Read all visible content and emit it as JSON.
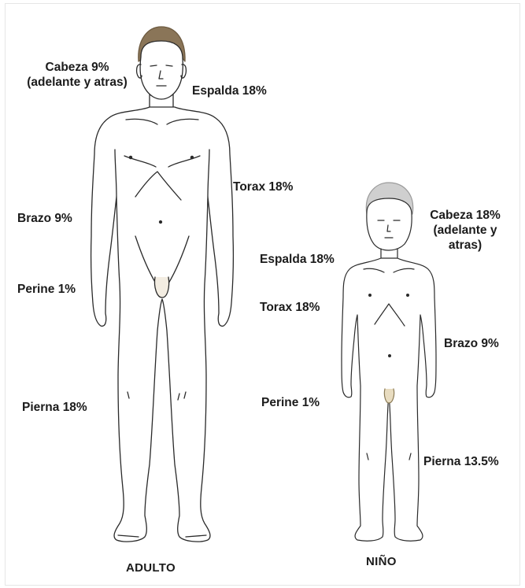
{
  "adult": {
    "caption": "ADULTO",
    "labels": {
      "head_line1": "Cabeza 9%",
      "head_line2": "(adelante y atras)",
      "back": "Espalda 18%",
      "chest": "Torax 18%",
      "arm": "Brazo 9%",
      "perineum": "Perine 1%",
      "leg": "Pierna 18%"
    }
  },
  "child": {
    "caption": "NIÑO",
    "labels": {
      "head_line1": "Cabeza 18%",
      "head_line2": "(adelante y",
      "head_line3": "atras)",
      "back": "Espalda 18%",
      "chest": "Torax 18%",
      "arm": "Brazo 9%",
      "perineum": "Perine 1%",
      "leg": "Pierna 13.5%"
    }
  },
  "colors": {
    "outline": "#2a2a2a",
    "adult_hair": "#8a7558",
    "child_hair": "#c9c9c9",
    "skin": "#ffffff",
    "perineum": "#c8b48a"
  }
}
